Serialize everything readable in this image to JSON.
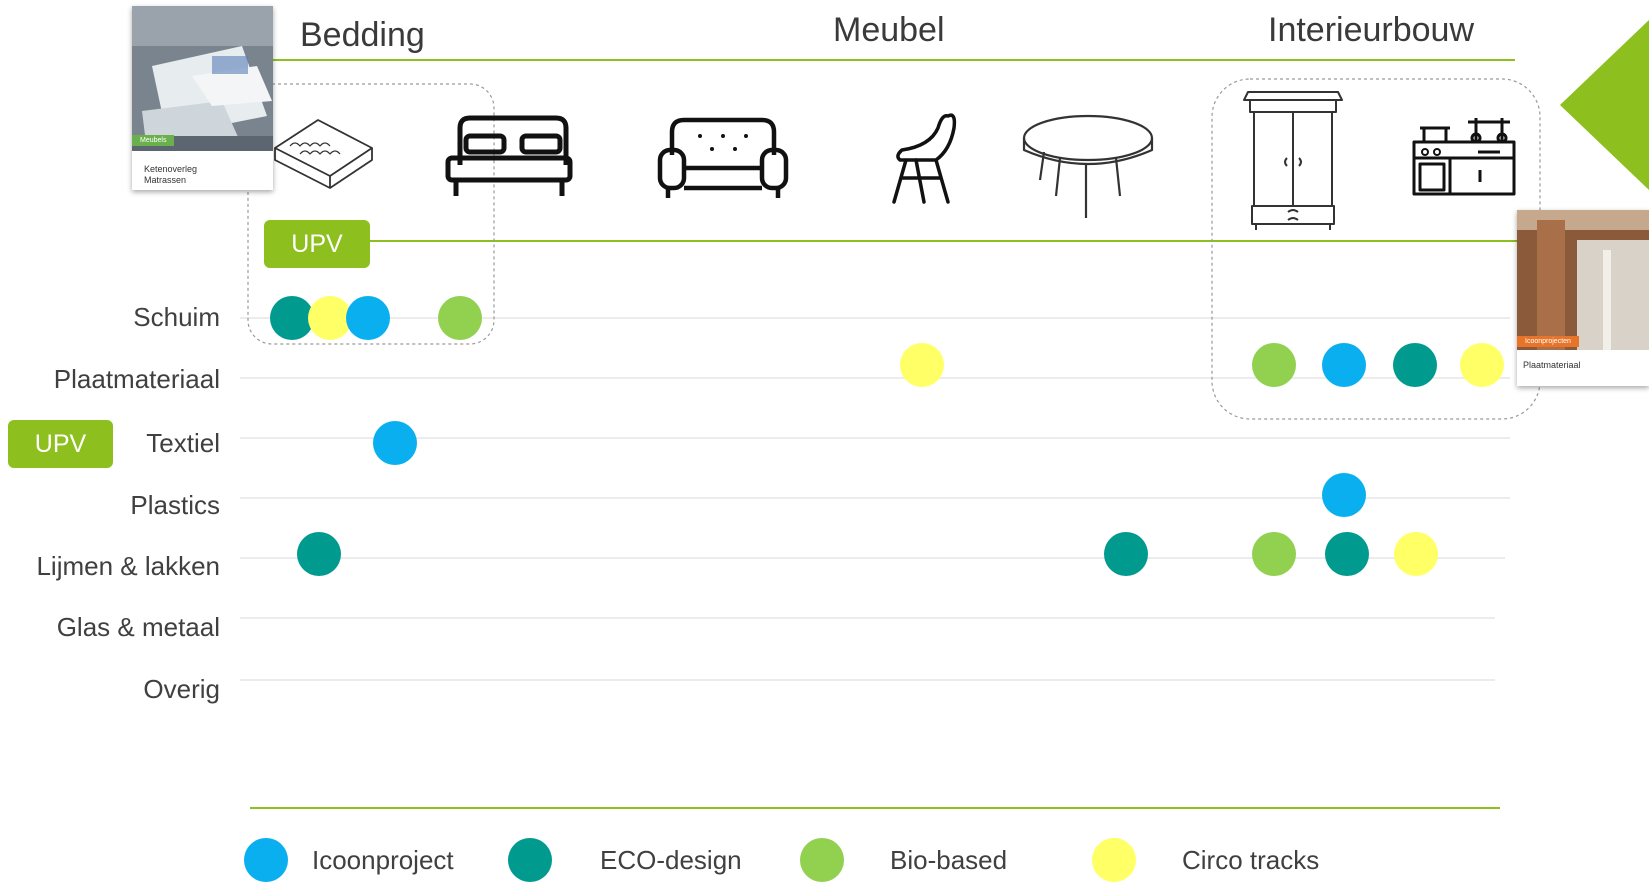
{
  "sections": [
    {
      "key": "bedding",
      "label": "Bedding"
    },
    {
      "key": "meubel",
      "label": "Meubel"
    },
    {
      "key": "interieur",
      "label": "Interieurbouw"
    }
  ],
  "upv_label": "UPV",
  "rows": [
    "Schuim",
    "Plaatmateriaal",
    "Textiel",
    "Plastics",
    "Lijmen & lakken",
    "Glas & metaal",
    "Overig"
  ],
  "colors": {
    "icoon": "#0aaff0",
    "eco": "#019a8f",
    "bio": "#92d050",
    "circo": "#ffff66",
    "accent": "#8dbf1e"
  },
  "icons": [
    "mattress-icon",
    "bed-icon",
    "sofa-icon",
    "chair-icon",
    "round-table-icon",
    "wardrobe-icon",
    "kitchen-icon"
  ],
  "legend": [
    {
      "key": "icoon",
      "label": "Icoonproject"
    },
    {
      "key": "eco",
      "label": "ECO-design"
    },
    {
      "key": "bio",
      "label": "Bio-based"
    },
    {
      "key": "circo",
      "label": "Circo tracks"
    }
  ],
  "thumbs": {
    "bedding": {
      "tag": "Meubels",
      "caption": [
        "Ketenoverleg",
        "Matrassen"
      ]
    },
    "interieur": {
      "tag": "Icoonprojecten",
      "caption": [
        "Plaatmateriaal"
      ]
    }
  },
  "dots": [
    {
      "row": "Schuim",
      "column": "mattress-icon",
      "type": "eco"
    },
    {
      "row": "Schuim",
      "column": "mattress-icon",
      "type": "circo"
    },
    {
      "row": "Schuim",
      "column": "mattress-icon",
      "type": "icoon"
    },
    {
      "row": "Schuim",
      "column": "bed-icon",
      "type": "bio"
    },
    {
      "row": "Plaatmateriaal",
      "column": "chair-icon",
      "type": "circo"
    },
    {
      "row": "Plaatmateriaal",
      "column": "wardrobe-icon",
      "type": "bio"
    },
    {
      "row": "Plaatmateriaal",
      "column": "wardrobe-icon",
      "type": "icoon"
    },
    {
      "row": "Plaatmateriaal",
      "column": "kitchen-icon",
      "type": "eco"
    },
    {
      "row": "Plaatmateriaal",
      "column": "kitchen-icon",
      "type": "circo"
    },
    {
      "row": "Textiel",
      "column": "mattress-icon",
      "type": "icoon"
    },
    {
      "row": "Plastics",
      "column": "wardrobe-icon",
      "type": "icoon"
    },
    {
      "row": "Lijmen & lakken",
      "column": "mattress-icon",
      "type": "eco"
    },
    {
      "row": "Lijmen & lakken",
      "column": "round-table-icon",
      "type": "eco"
    },
    {
      "row": "Lijmen & lakken",
      "column": "wardrobe-icon",
      "type": "bio"
    },
    {
      "row": "Lijmen & lakken",
      "column": "wardrobe-icon",
      "type": "eco"
    },
    {
      "row": "Lijmen & lakken",
      "column": "kitchen-icon",
      "type": "circo"
    }
  ]
}
